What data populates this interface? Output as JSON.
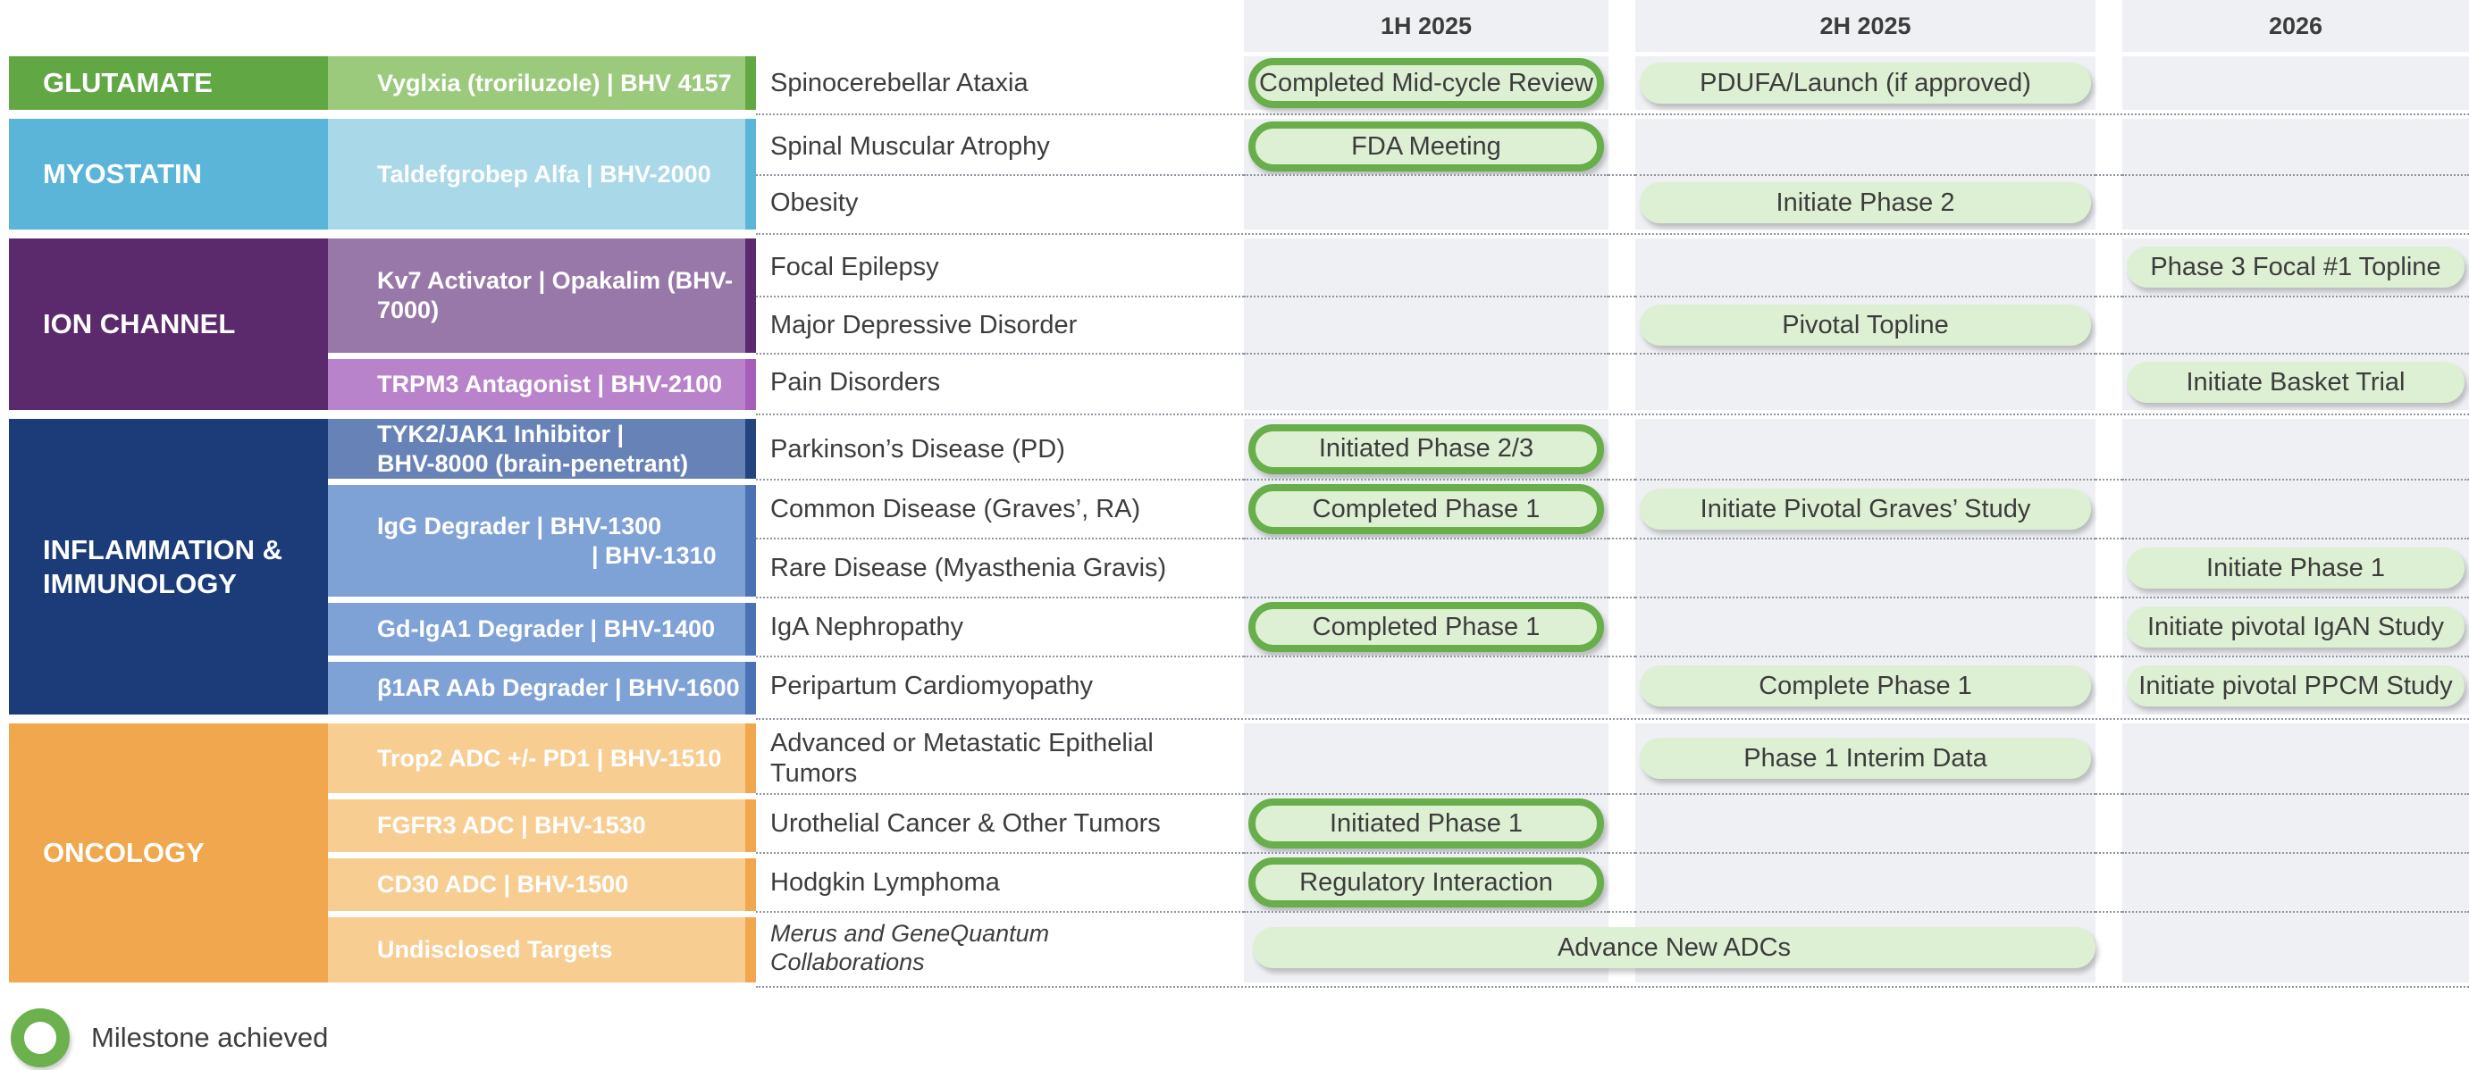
{
  "header": {
    "period_columns": [
      "1H 2025",
      "2H 2025",
      "2026"
    ]
  },
  "legend": {
    "milestone_achieved_label": "Milestone achieved"
  },
  "palette": {
    "glutamate_category": "#61A744",
    "glutamate_drug": "#9BCA7D",
    "myostatin_category": "#5BB5D8",
    "myostatin_drug": "#A9D8E9",
    "ion_channel_category": "#5B2A6D",
    "kv7_drug": "#9878A8",
    "trpm3_drug": "#B983CB",
    "inflammation_category": "#1B3C78",
    "tyk2_drug": "#6682B6",
    "degrader_drug": "#7FA2D6",
    "oncology_category": "#F0A74D",
    "oncology_drug": "#F7CD92",
    "milestone_column_bg": "#EEF0F4",
    "pill_fill": "#DEF0D3",
    "pill_achieved_border": "#68AE4A",
    "text": "#3D3D3D"
  },
  "sections": [
    {
      "category": "GLUTAMATE",
      "drugs": [
        {
          "label": "Vyglxia (troriluzole) | BHV 4157"
        }
      ],
      "rows": [
        {
          "indication": "Spinocerebellar Ataxia",
          "milestones": {
            "h1_2025": {
              "label": "Completed Mid-cycle Review",
              "achieved": true
            },
            "h2_2025": {
              "label": "PDUFA/Launch (if approved)",
              "achieved": false
            }
          }
        }
      ]
    },
    {
      "category": "MYOSTATIN",
      "drugs": [
        {
          "label": "Taldefgrobep Alfa | BHV-2000"
        }
      ],
      "rows": [
        {
          "indication": "Spinal Muscular Atrophy",
          "milestones": {
            "h1_2025": {
              "label": "FDA Meeting",
              "achieved": true
            }
          }
        },
        {
          "indication": "Obesity",
          "milestones": {
            "h2_2025": {
              "label": "Initiate Phase 2",
              "achieved": false
            }
          }
        }
      ]
    },
    {
      "category": "ION CHANNEL",
      "drugs": [
        {
          "label": "Kv7 Activator | Opakalim (BHV-7000)"
        },
        {
          "label": "TRPM3 Antagonist | BHV-2100"
        }
      ],
      "rows": [
        {
          "indication": "Focal Epilepsy",
          "milestones": {
            "y2026": {
              "label": "Phase 3 Focal #1 Topline",
              "achieved": false
            }
          }
        },
        {
          "indication": "Major Depressive Disorder",
          "milestones": {
            "h2_2025": {
              "label": "Pivotal Topline",
              "achieved": false
            }
          }
        },
        {
          "indication": "Pain Disorders",
          "milestones": {
            "y2026": {
              "label": "Initiate Basket Trial",
              "achieved": false
            }
          }
        }
      ]
    },
    {
      "category": "INFLAMMATION & IMMUNOLOGY",
      "drugs": [
        {
          "line1": "TYK2/JAK1 Inhibitor  |",
          "line2": "BHV-8000 (brain-penetrant)"
        },
        {
          "line1": "IgG Degrader |  BHV-1300",
          "line2": "|  BHV-1310"
        },
        {
          "label": "Gd-IgA1 Degrader  |  BHV-1400"
        },
        {
          "label": "β1AR AAb Degrader  | BHV-1600"
        }
      ],
      "rows": [
        {
          "indication": "Parkinson’s Disease (PD)",
          "milestones": {
            "h1_2025": {
              "label": "Initiated Phase 2/3",
              "achieved": true
            }
          }
        },
        {
          "indication": "Common Disease (Graves’, RA)",
          "milestones": {
            "h1_2025": {
              "label": "Completed Phase 1",
              "achieved": true
            },
            "h2_2025": {
              "label": "Initiate Pivotal Graves’ Study",
              "achieved": false
            }
          }
        },
        {
          "indication": "Rare Disease (Myasthenia Gravis)",
          "milestones": {
            "y2026": {
              "label": "Initiate Phase 1",
              "achieved": false
            }
          }
        },
        {
          "indication": "IgA Nephropathy",
          "milestones": {
            "h1_2025": {
              "label": "Completed Phase 1",
              "achieved": true
            },
            "y2026": {
              "label": "Initiate pivotal IgAN Study",
              "achieved": false
            }
          }
        },
        {
          "indication": "Peripartum Cardiomyopathy",
          "milestones": {
            "h2_2025": {
              "label": "Complete Phase 1",
              "achieved": false
            },
            "y2026": {
              "label": "Initiate pivotal PPCM Study",
              "achieved": false
            }
          }
        }
      ]
    },
    {
      "category": "ONCOLOGY",
      "drugs": [
        {
          "label": "Trop2 ADC +/- PD1 | BHV-1510"
        },
        {
          "label": "FGFR3  ADC | BHV-1530"
        },
        {
          "label": "CD30 ADC | BHV-1500"
        },
        {
          "label": "Undisclosed Targets"
        }
      ],
      "rows": [
        {
          "indication": "Advanced or Metastatic Epithelial Tumors",
          "milestones": {
            "h2_2025": {
              "label": "Phase 1 Interim Data",
              "achieved": false
            }
          }
        },
        {
          "indication": "Urothelial Cancer & Other Tumors",
          "milestones": {
            "h1_2025": {
              "label": "Initiated Phase 1",
              "achieved": true
            }
          }
        },
        {
          "indication": "Hodgkin Lymphoma",
          "milestones": {
            "h1_2025": {
              "label": "Regulatory Interaction",
              "achieved": true
            }
          }
        },
        {
          "indication": "Merus and GeneQuantum Collaborations",
          "milestones": {
            "h1_h2_2025": {
              "label": "Advance New ADCs",
              "achieved": false
            }
          }
        }
      ]
    }
  ]
}
